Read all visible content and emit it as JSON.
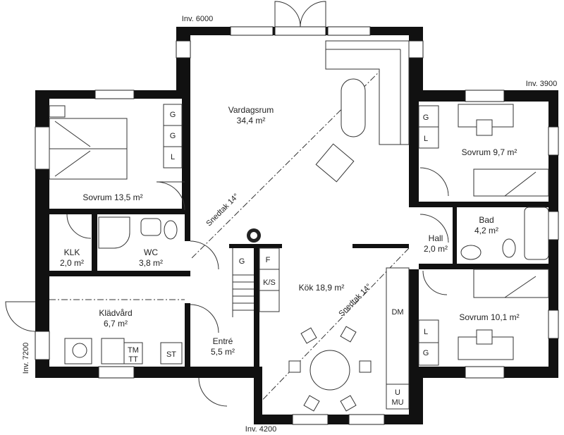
{
  "rooms": {
    "vardagsrum": {
      "name": "Vardagsrum",
      "area": "34,4 m²"
    },
    "sovrum1": {
      "name": "Sovrum 13,5 m²"
    },
    "sovrum2": {
      "name": "Sovrum 9,7 m²"
    },
    "sovrum3": {
      "name": "Sovrum 10,1 m²"
    },
    "klk": {
      "name": "KLK",
      "area": "2,0 m²"
    },
    "wc": {
      "name": "WC",
      "area": "3,8 m²"
    },
    "kladvard": {
      "name": "Klädvård",
      "area": "6,7 m²"
    },
    "entre": {
      "name": "Entré",
      "area": "5,5 m²"
    },
    "kok": {
      "name": "Kök 18,9 m²"
    },
    "hall": {
      "name": "Hall",
      "area": "2,0 m²"
    },
    "bad": {
      "name": "Bad",
      "area": "4,2 m²"
    }
  },
  "labels": {
    "inv6000": "Inv. 6000",
    "inv3900": "Inv. 3900",
    "inv7200": "Inv. 7200",
    "inv4200": "Inv. 4200",
    "sneda1": "Snedtak 14°",
    "sneda2": "Snedtak 14°"
  },
  "fixtures": {
    "g": "G",
    "l": "L",
    "f": "F",
    "ks": "K/S",
    "dm": "DM",
    "u": "U",
    "mu": "MU",
    "tm": "TM",
    "tt": "TT",
    "st": "ST"
  }
}
